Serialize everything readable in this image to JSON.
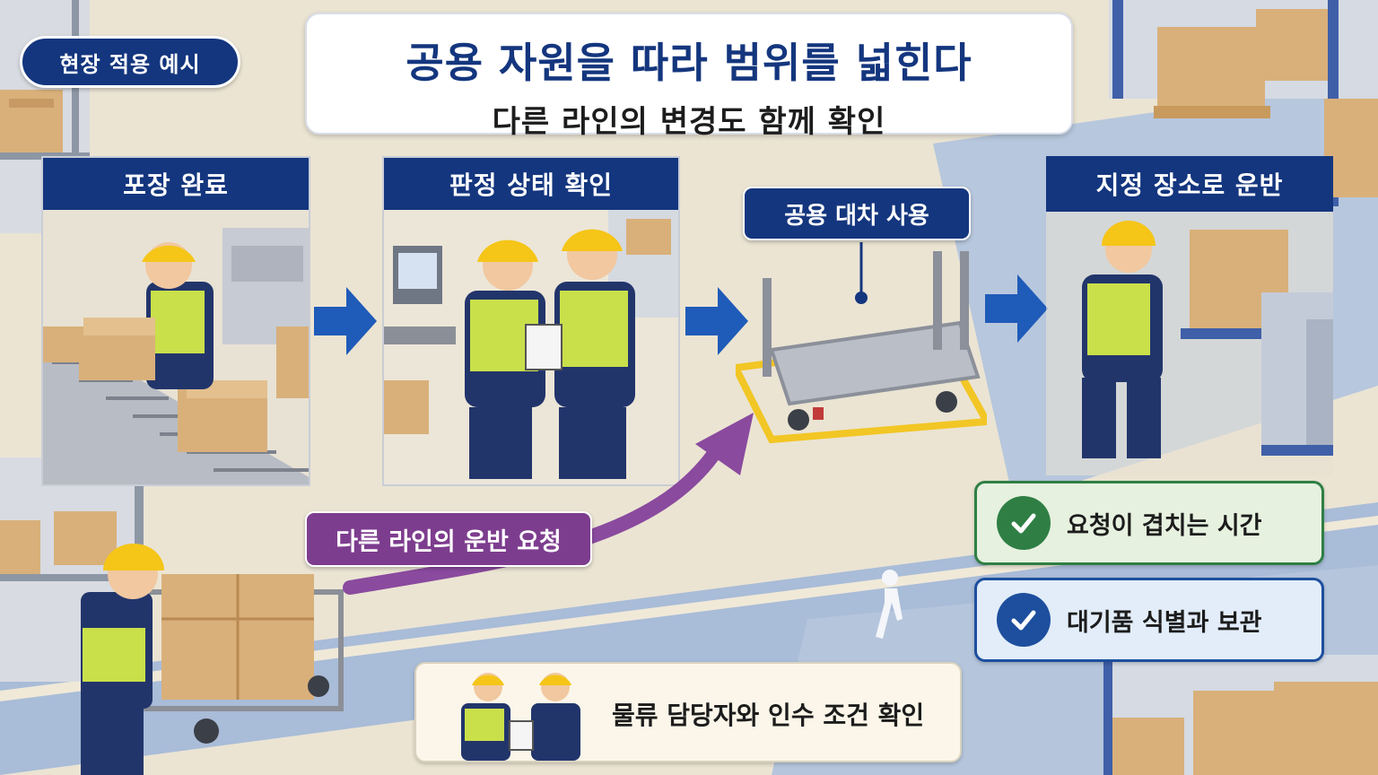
{
  "badge": "현장 적용 예시",
  "title": "공용 자원을 따라 범위를 넓힌다",
  "subtitle": "다른 라인의 변경도 함께 확인",
  "steps": [
    {
      "label": "포장 완료"
    },
    {
      "label": "판정 상태 확인"
    },
    {
      "label": "지정 장소로 운반"
    }
  ],
  "cart_bubble": "공용 대차 사용",
  "request_label": "다른 라인의 운반 요청",
  "checks": [
    {
      "label": "요청이 겹치는 시간",
      "icon": "check-icon",
      "color": "#2f7f44"
    },
    {
      "label": "대기품 식별과 보관",
      "icon": "check-icon",
      "color": "#1d4f9e"
    }
  ],
  "handover": "물류 담당자와 인수 조건 확인",
  "colors": {
    "navy": "#14367e",
    "purple": "#7d3d8e",
    "helmet": "#f5c518",
    "vest": "#c9e04a"
  }
}
